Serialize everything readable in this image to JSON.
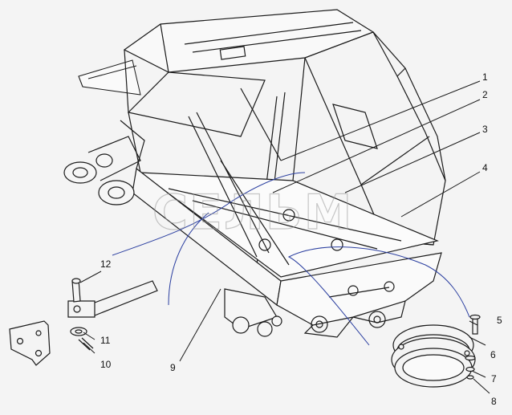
{
  "watermark": "СЕЛЬМ",
  "callouts": [
    {
      "id": "1",
      "label": "1"
    },
    {
      "id": "2",
      "label": "2"
    },
    {
      "id": "3",
      "label": "3"
    },
    {
      "id": "4",
      "label": "4"
    },
    {
      "id": "5",
      "label": "5"
    },
    {
      "id": "6",
      "label": "6"
    },
    {
      "id": "7",
      "label": "7"
    },
    {
      "id": "8",
      "label": "8"
    },
    {
      "id": "9",
      "label": "9"
    },
    {
      "id": "10",
      "label": "10"
    },
    {
      "id": "11",
      "label": "11"
    },
    {
      "id": "12",
      "label": "12"
    }
  ],
  "colors": {
    "background": "#f4f4f4",
    "linework": "#1a1a1a",
    "leader_curve": "#2b3fa0",
    "watermark": "#9a9a9a"
  }
}
